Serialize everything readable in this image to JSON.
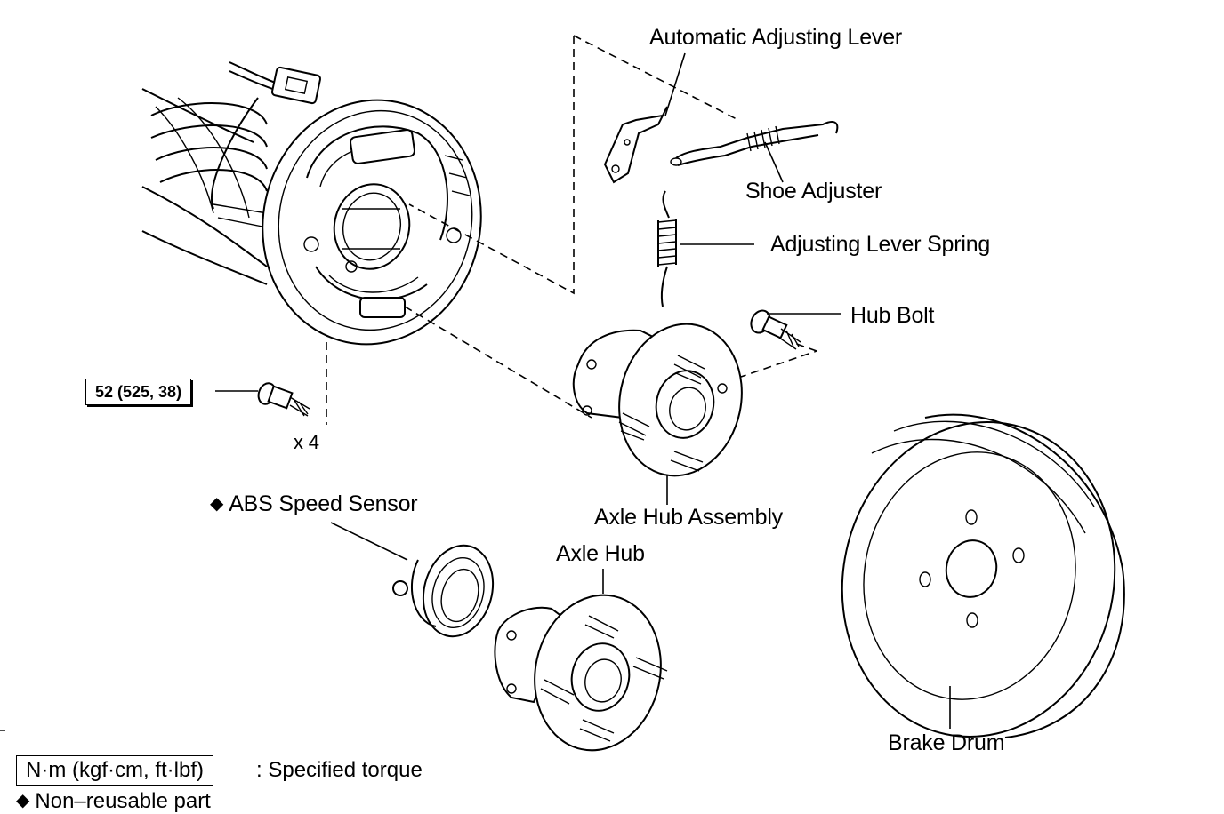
{
  "labels": {
    "automatic_adjusting_lever": "Automatic Adjusting Lever",
    "shoe_adjuster": "Shoe Adjuster",
    "adjusting_lever_spring": "Adjusting Lever Spring",
    "hub_bolt": "Hub Bolt",
    "torque_spec": "52 (525, 38)",
    "quantity": "x 4",
    "abs_speed_sensor": "ABS Speed Sensor",
    "axle_hub_assembly": "Axle Hub Assembly",
    "axle_hub": "Axle Hub",
    "brake_drum": "Brake Drum"
  },
  "legend": {
    "torque_units": "N·m (kgf·cm, ft·lbf)",
    "torque_desc": ": Specified torque",
    "non_reusable": "Non–reusable part"
  },
  "symbols": {
    "non_reusable_marker": "◆"
  }
}
